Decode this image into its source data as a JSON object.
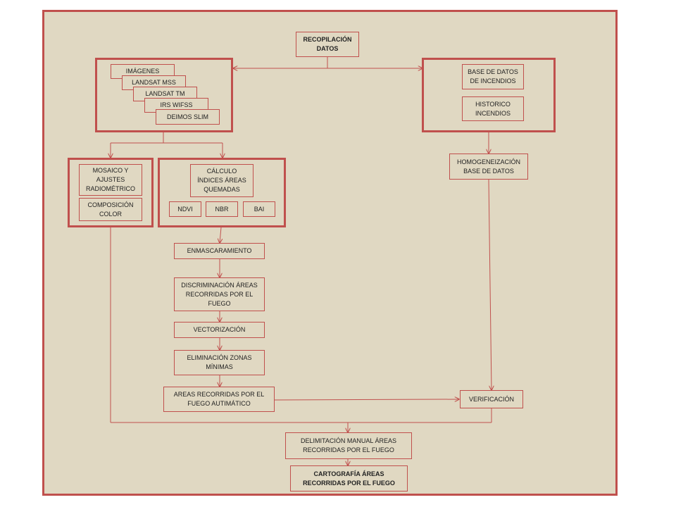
{
  "diagram": {
    "colors": {
      "line": "#c0504d",
      "fill": "#e0d8c2"
    },
    "recopilacion": "RECOPILACIÓN\nDATOS",
    "imagery": {
      "imagenes": "IMÁGENES",
      "landsat_mss": "LANDSAT MSS",
      "landsat_tm": "LANDSAT TM",
      "irs_wifss": "IRS WIFSS",
      "deimos_slim": "DEIMOS SLIM"
    },
    "base_datos": "BASE DE DATOS\nDE INCENDIOS",
    "historico": "HISTORICO\nINCENDIOS",
    "homogeneizacion": "HOMOGENEIZACIÓN\nBASE DE DATOS",
    "mosaico": "MOSAICO Y\nAJUSTES\nRADIOMÉTRICO",
    "composicion": "COMPOSICIÓN\nCOLOR",
    "calculo": "CÁLCULO\nÍNDICES ÁREAS\nQUEMADAS",
    "ndvi": "NDVI",
    "nbr": "NBR",
    "bai": "BAI",
    "enmascaramiento": "ENMASCARAMIENTO",
    "discriminacion": "DISCRIMINACIÓN ÁREAS\nRECORRIDAS POR EL\nFUEGO",
    "vectorizacion": "VECTORIZACIÓN",
    "eliminacion": "ELIMINACIÓN ZONAS\nMÍNIMAS",
    "areas_auto": "AREAS RECORRIDAS POR EL\nFUEGO AUTIMÁTICO",
    "verificacion": "VERIFICACIÓN",
    "delimitacion": "DELIMITACIÓN MANUAL ÁREAS\nRECORRIDAS POR EL FUEGO",
    "cartografia": "CARTOGRAFÍA ÁREAS\nRECORRIDAS POR EL FUEGO"
  }
}
